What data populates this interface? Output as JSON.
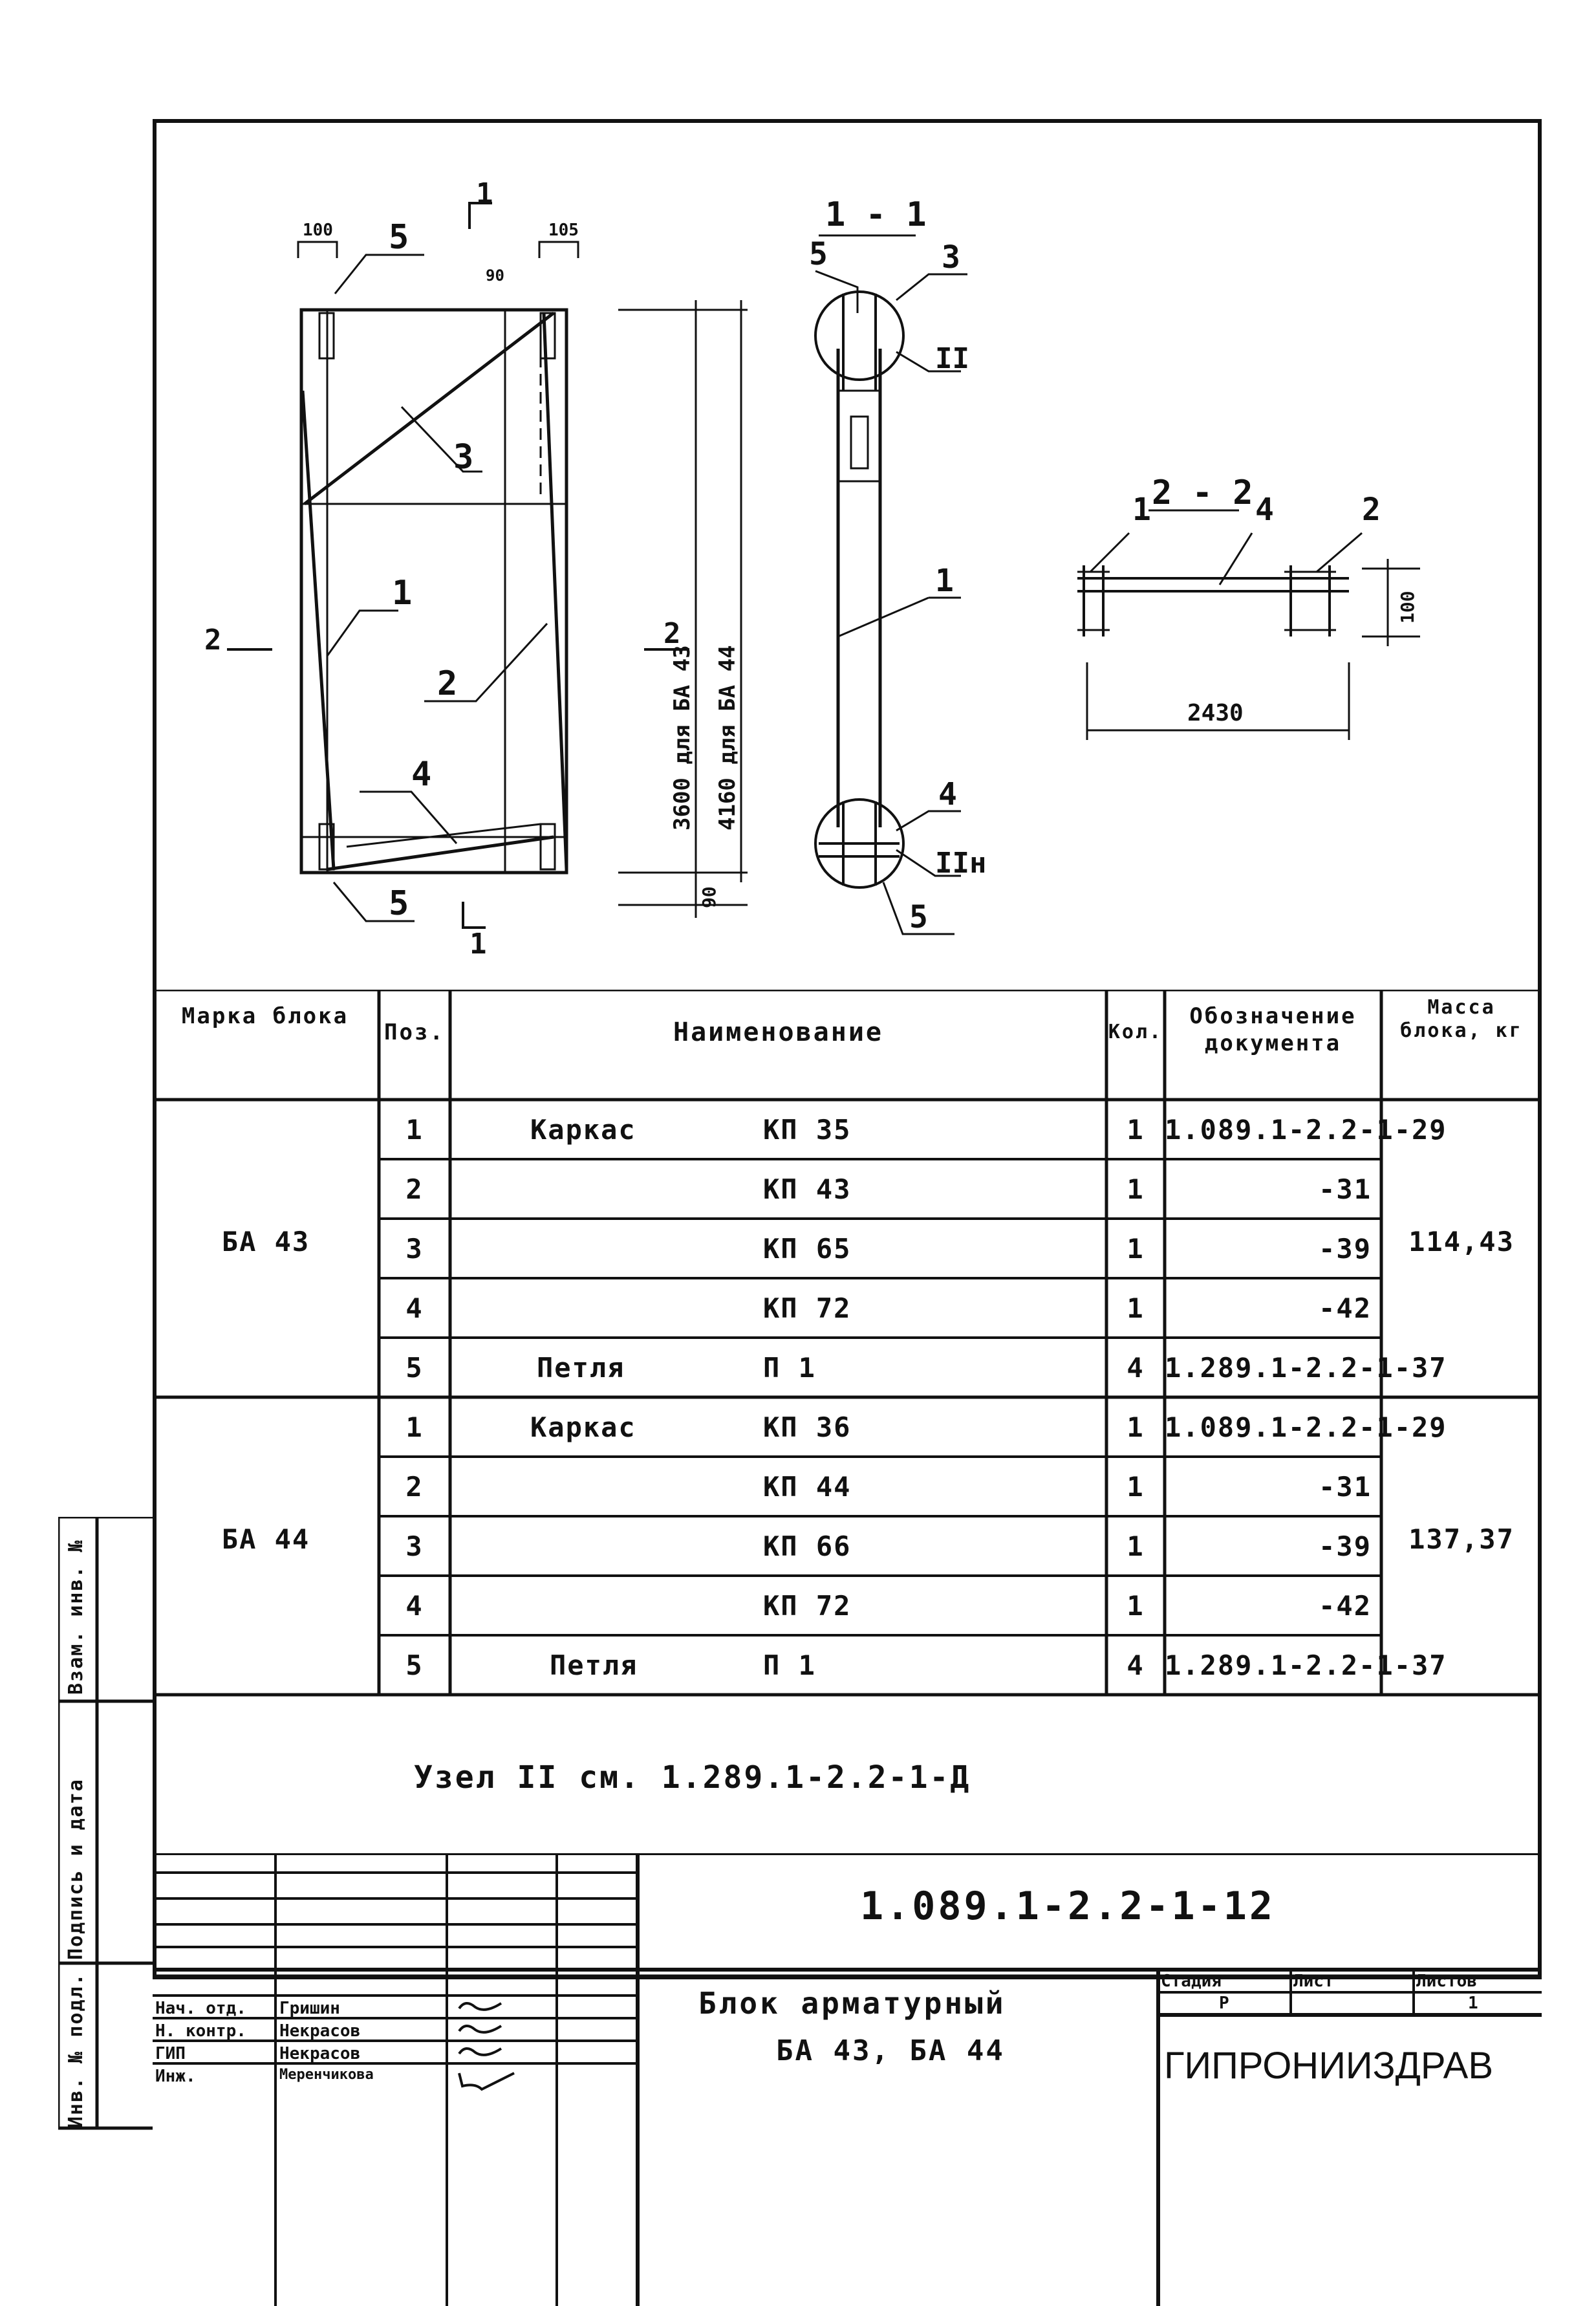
{
  "drawing": {
    "section_1_1": "1 - 1",
    "section_2_2": "2 - 2",
    "section_marker_1": "1",
    "section_marker_2": "2",
    "dim_left": "100",
    "dim_right": "105",
    "dim_top_gap": "90",
    "dim_bottom_gap": "90",
    "dim_height_ba43": "3600 для БА 43",
    "dim_height_ba44": "4160 для БА 44",
    "dim_width_2_2": "2430",
    "dim_height_2_2": "100",
    "positions": [
      "1",
      "2",
      "3",
      "4",
      "5"
    ],
    "node_II": "II",
    "node_IIn": "IIн"
  },
  "table": {
    "headers": {
      "mark": "Марка блока",
      "pos": "Поз.",
      "name": "Наименование",
      "qty": "Кол.",
      "doc": "Обозначение документа",
      "mass": "Масса блока, кг"
    },
    "groups": [
      {
        "mark": "БА 43",
        "mass": "114,43",
        "rows": [
          {
            "pos": "1",
            "name": "Каркас",
            "code": "КП 35",
            "qty": "1",
            "doc": "1.089.1-2.2-1-29"
          },
          {
            "pos": "2",
            "name": "",
            "code": "КП 43",
            "qty": "1",
            "doc": "-31"
          },
          {
            "pos": "3",
            "name": "",
            "code": "КП 65",
            "qty": "1",
            "doc": "-39"
          },
          {
            "pos": "4",
            "name": "",
            "code": "КП 72",
            "qty": "1",
            "doc": "-42"
          },
          {
            "pos": "5",
            "name": "Петля",
            "code": "П 1",
            "qty": "4",
            "doc": "1.289.1-2.2-1-37"
          }
        ]
      },
      {
        "mark": "БА 44",
        "mass": "137,37",
        "rows": [
          {
            "pos": "1",
            "name": "Каркас",
            "code": "КП 36",
            "qty": "1",
            "doc": "1.089.1-2.2-1-29"
          },
          {
            "pos": "2",
            "name": "",
            "code": "КП 44",
            "qty": "1",
            "doc": "-31"
          },
          {
            "pos": "3",
            "name": "",
            "code": "КП 66",
            "qty": "1",
            "doc": "-39"
          },
          {
            "pos": "4",
            "name": "",
            "code": "КП 72",
            "qty": "1",
            "doc": "-42"
          },
          {
            "pos": "5",
            "name": "Петля",
            "code": "П 1",
            "qty": "4",
            "doc": "1.289.1-2.2-1-37"
          }
        ]
      }
    ]
  },
  "note": "Узел II см. 1.289.1-2.2-1-Д",
  "title_block": {
    "doc_number": "1.089.1-2.2-1-12",
    "title_line1": "Блок арматурный",
    "title_line2": "БА 43,   БА 44",
    "stage_label": "Стадия",
    "sheet_label": "Лист",
    "sheets_label": "Листов",
    "stage": "Р",
    "sheet": "",
    "sheets": "1",
    "org": "ГИПРОНИИЗДРАВ",
    "signers": [
      {
        "role": "Нач. отд.",
        "name": "Гришин"
      },
      {
        "role": "Н. контр.",
        "name": "Некрасов"
      },
      {
        "role": "ГИП",
        "name": "Некрасов"
      },
      {
        "role": "Инж.",
        "name": "Меренчикова"
      }
    ]
  },
  "side_stamp": {
    "inv_podl": "Инв. № подл.",
    "podpis": "Подпись и дата",
    "vzam": "Взам. инв. №"
  }
}
